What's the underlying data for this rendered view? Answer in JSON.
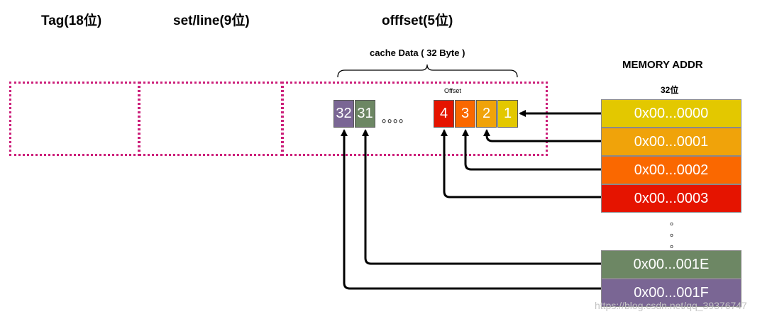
{
  "headers": {
    "tag": "Tag(18位)",
    "set": "set/line(9位)",
    "offset": "offfset(5位)"
  },
  "cache_data_label": "cache   Data ( 32 Byte )",
  "offset_label": "Offset",
  "ellipsis": "。。。。",
  "memory": {
    "title": "MEMORY   ADDR",
    "width_label": "32位",
    "vertical_dots": [
      "。",
      "。",
      "。"
    ]
  },
  "cells": [
    {
      "label": "32",
      "color": "#7a6694"
    },
    {
      "label": "31",
      "color": "#6d8764"
    },
    {
      "label": "4",
      "color": "#e51400"
    },
    {
      "label": "3",
      "color": "#fa6800"
    },
    {
      "label": "2",
      "color": "#f0a30a"
    },
    {
      "label": "1",
      "color": "#e3c800"
    }
  ],
  "addresses": [
    {
      "label": "0x00...0000",
      "color": "#e3c800"
    },
    {
      "label": "0x00...0001",
      "color": "#f0a30a"
    },
    {
      "label": "0x00...0002",
      "color": "#fa6800"
    },
    {
      "label": "0x00...0003",
      "color": "#e51400"
    },
    {
      "label": "0x00...001E",
      "color": "#6d8764"
    },
    {
      "label": "0x00...001F",
      "color": "#7a6694"
    }
  ],
  "colors": {
    "dotted_border": "#cc1f7a",
    "arrow": "#000000"
  },
  "watermark": "https://blog.csdn.net/qq_39376747"
}
